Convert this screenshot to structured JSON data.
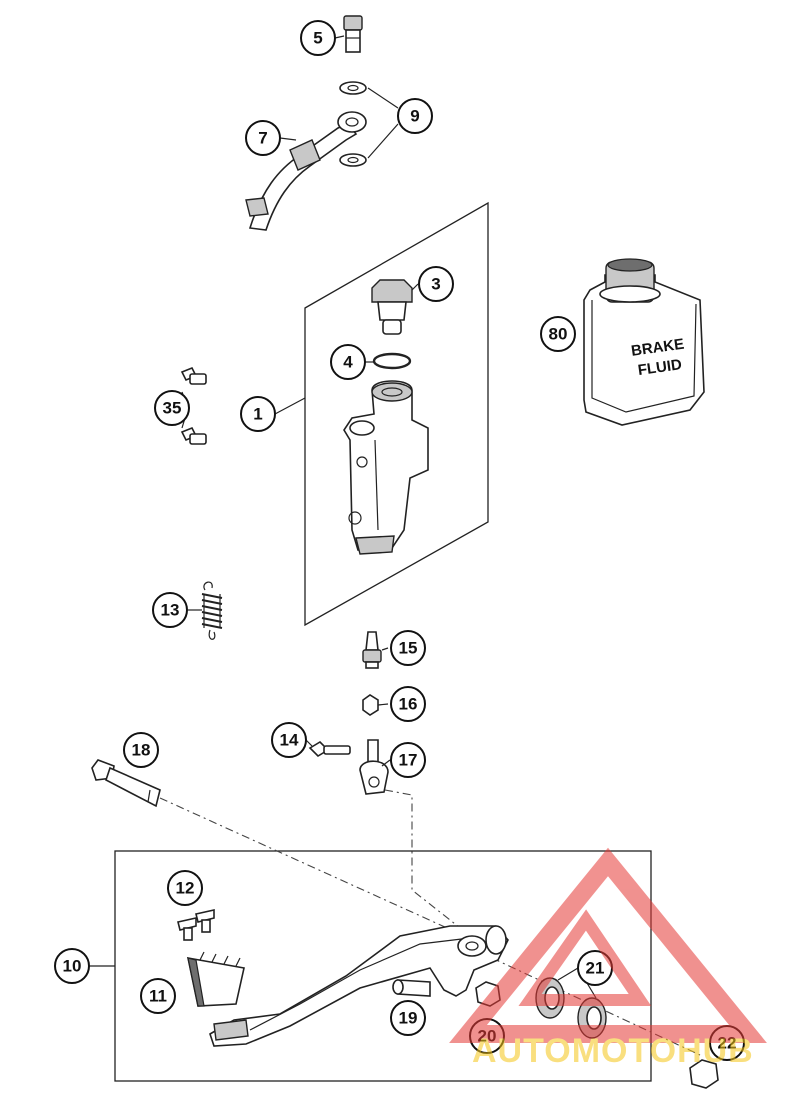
{
  "callouts": [
    {
      "id": "p1",
      "label": "1"
    },
    {
      "id": "p3",
      "label": "3"
    },
    {
      "id": "p4",
      "label": "4"
    },
    {
      "id": "p5",
      "label": "5"
    },
    {
      "id": "p7",
      "label": "7"
    },
    {
      "id": "p9",
      "label": "9"
    },
    {
      "id": "p10",
      "label": "10"
    },
    {
      "id": "p11",
      "label": "11"
    },
    {
      "id": "p12",
      "label": "12"
    },
    {
      "id": "p13",
      "label": "13"
    },
    {
      "id": "p14",
      "label": "14"
    },
    {
      "id": "p15",
      "label": "15"
    },
    {
      "id": "p16",
      "label": "16"
    },
    {
      "id": "p17",
      "label": "17"
    },
    {
      "id": "p18",
      "label": "18"
    },
    {
      "id": "p19",
      "label": "19"
    },
    {
      "id": "p20",
      "label": "20"
    },
    {
      "id": "p21",
      "label": "21"
    },
    {
      "id": "p22",
      "label": "22"
    },
    {
      "id": "p35",
      "label": "35"
    },
    {
      "id": "p80",
      "label": "80"
    }
  ],
  "brake_fluid_can": {
    "line1": "BRAKE",
    "line2": "FLUID"
  },
  "watermark": {
    "text": "AUTOMOTOHUB",
    "color_text": "#f5c518",
    "color_logo": "#e53935"
  }
}
